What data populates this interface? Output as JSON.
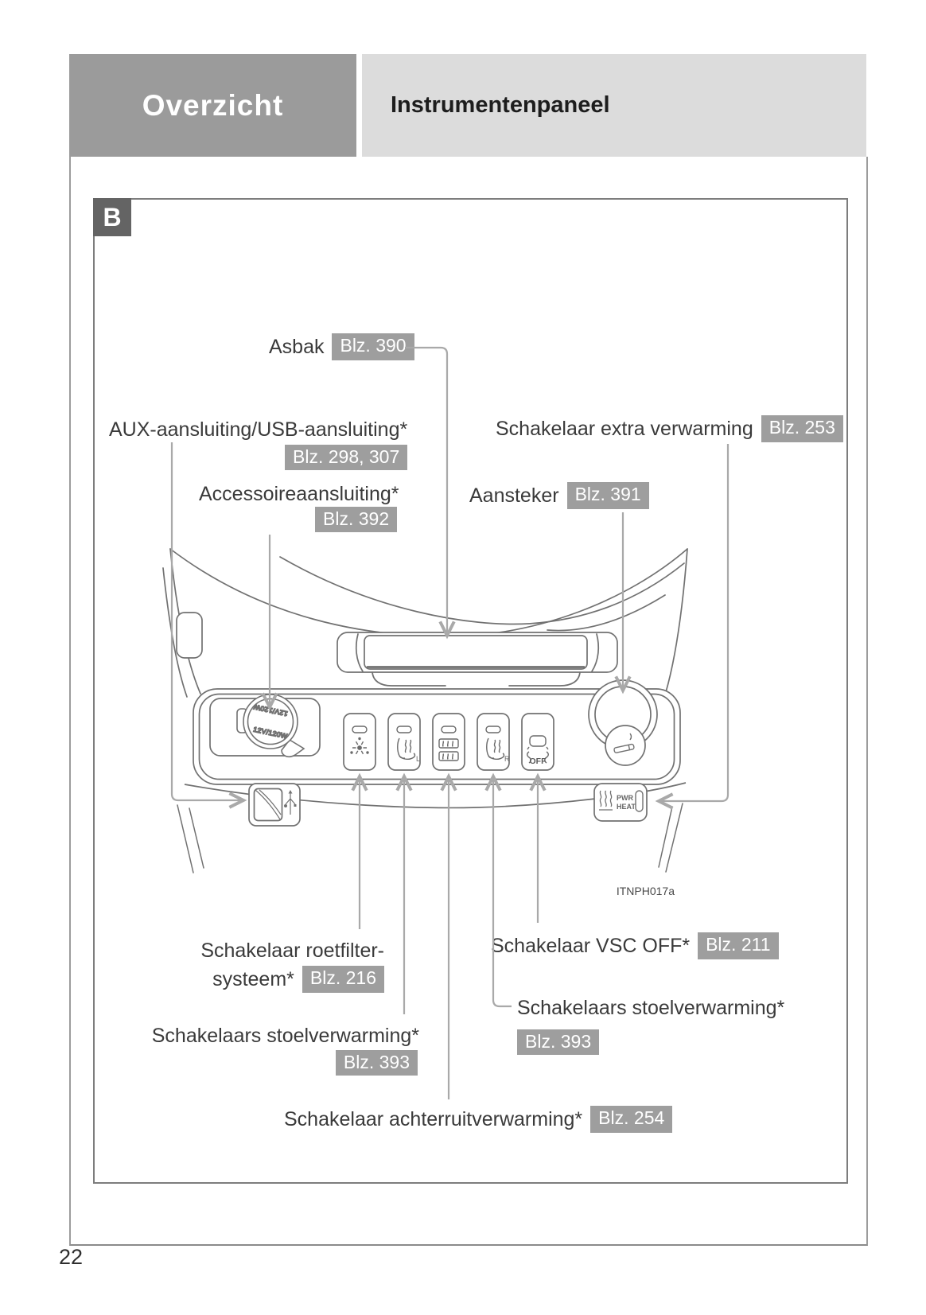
{
  "header": {
    "section": "Overzicht",
    "title": "Instrumentenpaneel"
  },
  "figure": {
    "letter": "B",
    "code": "ITNPH017a"
  },
  "page_number": "22",
  "colors": {
    "header_dark": "#9b9b9b",
    "header_light": "#dcdcdc",
    "badge_bg": "#9e9e9e",
    "letter_box": "#646464",
    "callout_line": "#a9a9a9",
    "drawing_line": "#717171"
  },
  "callouts": {
    "asbak": {
      "label": "Asbak",
      "page_ref": "Blz. 390"
    },
    "aux_usb": {
      "label": "AUX-aansluiting/USB-aansluiting*",
      "page_ref": "Blz. 298, 307"
    },
    "accessoire": {
      "label": "Accessoireaansluiting*",
      "page_ref": "Blz. 392"
    },
    "extra_verwarming": {
      "label": "Schakelaar extra verwarming",
      "page_ref": "Blz. 253"
    },
    "aansteker": {
      "label": "Aansteker",
      "page_ref": "Blz. 391"
    },
    "roetfilter": {
      "label_line1": "Schakelaar roetfilter-",
      "label_line2": "systeem*",
      "page_ref": "Blz. 216"
    },
    "vsc_off": {
      "label": "Schakelaar VSC OFF*",
      "page_ref": "Blz. 211"
    },
    "stoelverwarming_left": {
      "label": "Schakelaars stoelverwarming*",
      "page_ref": "Blz. 393"
    },
    "stoelverwarming_right": {
      "label": "Schakelaars stoelverwarming*",
      "page_ref": "Blz. 393"
    },
    "achterruitverwarming": {
      "label": "Schakelaar achterruitverwarming*",
      "page_ref": "Blz. 254"
    }
  },
  "illustration": {
    "socket_text": "12V/120W",
    "vsc_button_text": "OFF",
    "pwr_heat_line1": "PWR",
    "pwr_heat_line2": "HEAT",
    "seat_left_suffix": "L",
    "seat_right_suffix": "R"
  }
}
